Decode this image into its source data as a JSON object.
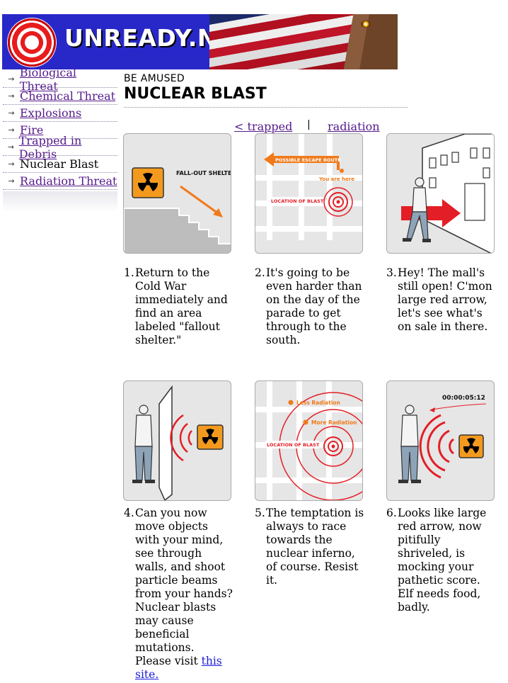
{
  "site": {
    "name": "UNREADY.NET",
    "logo_icon": "target-icon"
  },
  "sidebar": {
    "items": [
      {
        "label": "Biological Threat",
        "current": false
      },
      {
        "label": "Chemical Threat",
        "current": false
      },
      {
        "label": "Explosions",
        "current": false
      },
      {
        "label": "Fire",
        "current": false
      },
      {
        "label": "Trapped in Debris",
        "current": false
      },
      {
        "label": "Nuclear Blast",
        "current": true
      },
      {
        "label": "Radiation Threat",
        "current": false
      }
    ]
  },
  "page": {
    "kicker": "BE AMUSED",
    "title": "NUCLEAR BLAST"
  },
  "pager": {
    "prev": "< trapped",
    "separator": "|",
    "next": "radiation >"
  },
  "panels": [
    {
      "label": "FALL-OUT SHELTER"
    },
    {
      "route": "POSSIBLE ESCAPE ROUTE",
      "here": "You are here",
      "blast": "LOCATION OF BLAST"
    },
    {},
    {},
    {
      "less": "Less Radiation",
      "more": "More Radiation",
      "blast": "LOCATION OF BLAST"
    },
    {
      "timer": "00:00:05:12"
    }
  ],
  "steps": [
    {
      "num": "1.",
      "text": "Return to the Cold War immediately and find an area labeled \"fallout shelter.\""
    },
    {
      "num": "2.",
      "text": "It's going to be even harder than on the day of the parade to get through to the south."
    },
    {
      "num": "3.",
      "text": "Hey! The mall's still open! C'mon large red arrow, let's see what's on sale in there."
    },
    {
      "num": "4.",
      "text": "Can you now move objects with your mind, see through walls, and shoot particle beams from your hands? Nuclear blasts may cause beneficial mutations. Please visit ",
      "link": "this site."
    },
    {
      "num": "5.",
      "text": "The temptation is always to race towards the nuclear inferno, of course. Resist it."
    },
    {
      "num": "6.",
      "text": "Looks like large red arrow, now pitifully shriveled, is mocking your pathetic score. Elf needs food, badly."
    }
  ],
  "colors": {
    "banner_blue": "#2828c8",
    "accent_orange": "#f07a1a",
    "blast_red": "#e41e26",
    "link": "#551a8b"
  }
}
